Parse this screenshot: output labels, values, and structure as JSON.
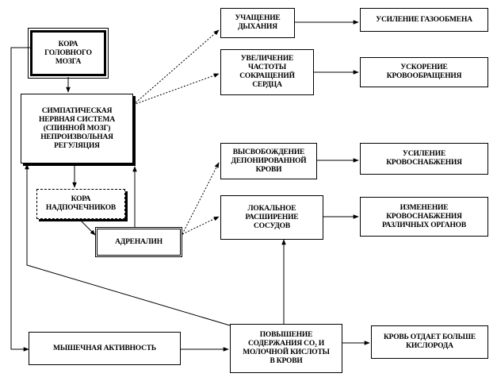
{
  "nodes": {
    "cortex": "КОРА\nГОЛОВНОГО\nМОЗГА",
    "sympathetic": "СИМПАТИЧЕСКАЯ\nНЕРВНАЯ СИСТЕМА\n(СПИННОЙ МОЗГ)\nНЕПРОИЗВОЛЬНАЯ\nРЕГУЛЯЦИЯ",
    "adrenal_cortex": "КОРА\nНАДПОЧЕЧНИКОВ",
    "adrenaline": "АДРЕНАЛИН",
    "breathing": "УЧАЩЕНИЕ\nДЫХАНИЯ",
    "heart_rate": "УВЕЛИЧЕНИЕ\nЧАСТОТЫ\nСОКРАЩЕНИЙ\nСЕРДЦА",
    "blood_release": "ВЫСВОБОЖДЕНИЕ\nДЕПОНИРОВАННОЙ\nКРОВИ",
    "vasodilation": "ЛОКАЛЬНОЕ\nРАСШИРЕНИЕ\nСОСУДОВ",
    "gas_exchange": "УСИЛЕНИЕ ГАЗООБМЕНА",
    "circulation": "УСКОРЕНИЕ\nКРОВООБРАЩЕНИЯ",
    "blood_supply": "УСИЛЕНИЕ\nКРОВОСНАБЖЕНИЯ",
    "organ_supply": "ИЗМЕНЕНИЕ\nКРОВОСНАБЖЕНИЯ\nРАЗЛИЧНЫХ ОРГАНОВ",
    "muscle": "МЫШЕЧНАЯ АКТИВНОСТЬ",
    "co2_increase": "ПОВЫШЕНИЕ\nСОДЕРЖАНИЯ СО₂ И\nМОЛОЧНОЙ КИСЛОТЫ\nВ КРОВИ",
    "oxygen": "КРОВЬ ОТДАЕТ БОЛЬШЕ\nКИСЛОРОДА"
  }
}
